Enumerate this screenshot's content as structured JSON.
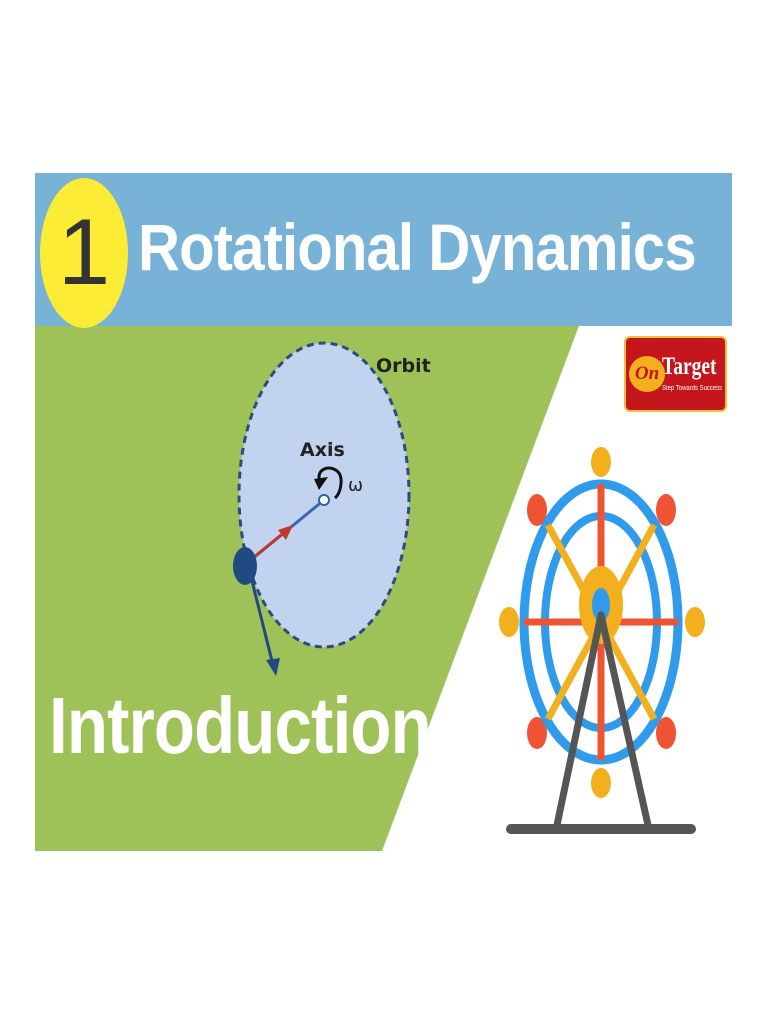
{
  "header": {
    "number": "1",
    "title": "Rotational Dynamics"
  },
  "diagram": {
    "orbit_label": "Orbit",
    "axis_label": "Axis",
    "omega_label": "ω"
  },
  "subtitle": "Introduction",
  "logo": {
    "prefix": "On",
    "name": "Target",
    "tagline": "Step Towards Success"
  },
  "colors": {
    "header_bg": "#78b2d6",
    "number_badge": "#fcec36",
    "green_panel": "#9fc258",
    "orbit_fill": "#c2d3ef",
    "wheel_blue": "#2f9bea",
    "wheel_orange": "#f2b01e",
    "wheel_red": "#ef5334",
    "logo_red": "#c4161c"
  },
  "illustration": {
    "ferris_wheel_icon": "ferris-wheel-icon"
  }
}
